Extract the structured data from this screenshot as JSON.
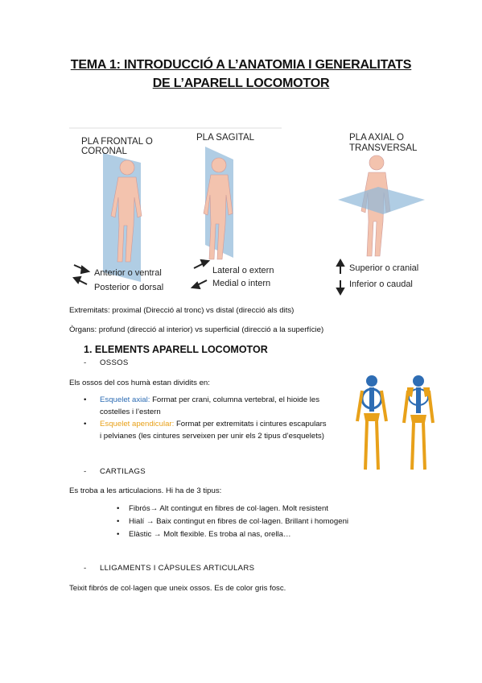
{
  "title": {
    "line1": "TEMA 1: INTRODUCCIÓ A L’ANATOMIA I GENERALITATS",
    "line2": "DE L’APARELL LOCOMOTOR"
  },
  "planes": {
    "frontal": {
      "label_1": "PLA FRONTAL O",
      "label_2": "CORONAL",
      "arrow1": "Anterior o ventral",
      "arrow2": "Posterior o dorsal"
    },
    "sagital": {
      "label_1": "PLA SAGITAL",
      "arrow1": "Lateral o extern",
      "arrow2": "Medial o intern"
    },
    "axial": {
      "label_1": "PLA AXIAL O",
      "label_2": "TRANSVERSAL",
      "arrow1": "Superior o cranial",
      "arrow2": "Inferior o caudal"
    }
  },
  "text": {
    "extremitats": "Extremitats: proximal (Direcció al tronc) vs distal (direcció als dits)",
    "organs": "Òrgans: profund (direcció al interior) vs superficial (direcció a la superfície)",
    "section1": "1.   ELEMENTS APARELL LOCOMOTOR",
    "ossos": "OSSOS",
    "ossos_intro": "Els ossos del cos humà estan dividits en:",
    "axial_label": "Esquelet axial:",
    "axial_text": " Format per crani, columna vertebral, el hioide les",
    "axial_text2": "costelles i l’estern",
    "apend_label": "Esquelet apendicular:",
    "apend_text": " Format per extremitats i cintures escapulars",
    "apend_text2": "i pelvianes (les cintures serveixen per unir els 2 tipus d’esquelets)",
    "cartilags": "CARTILAGS",
    "cartilags_intro": "Es troba a les articulacions. Hi ha de 3 tipus:",
    "fibros": "Fibrós→ Alt contingut en fibres de col·lagen. Molt resistent",
    "hiali": "Hialí → Baix contingut en fibres de col·lagen. Brillant i homogeni",
    "elastic": "Elàstic → Molt flexible. Es troba al nas, orella…",
    "lligaments": "LLIGAMENTS I CÀPSULES ARTICULARS",
    "lligaments_text": "Teixit fibrós de col·lagen que uneix ossos. Es de color gris fosc."
  },
  "colors": {
    "axial": "#2e6db4",
    "apendicular": "#e8a11a",
    "plane": "#8fb8d9",
    "skin": "#f3c3ae"
  }
}
